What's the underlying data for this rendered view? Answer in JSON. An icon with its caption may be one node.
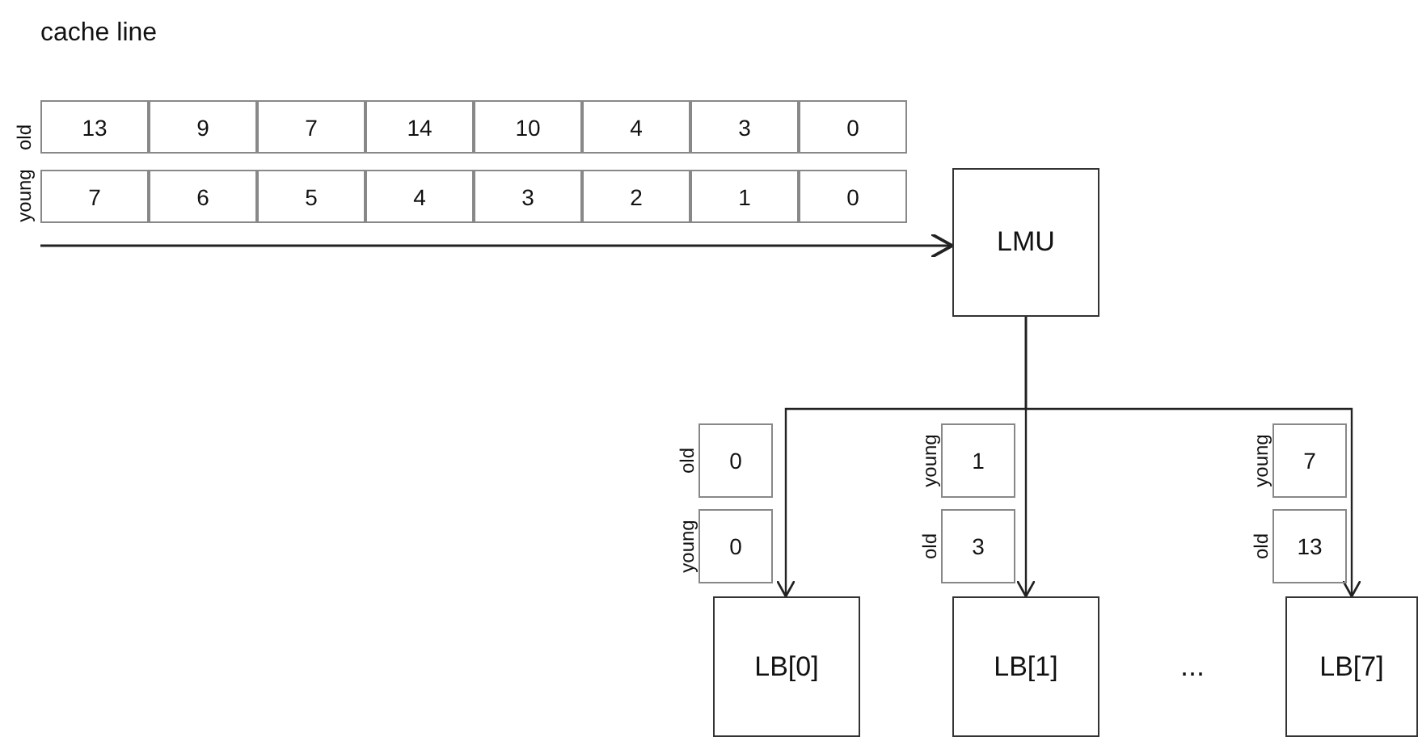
{
  "diagram": {
    "title": "cache line",
    "nodes": [
      {
        "text": [
          "LMU"
        ]
      },
      {
        "text": [
          "LB[0]"
        ]
      },
      {
        "text": [
          "LB[1]"
        ]
      },
      {
        "text": [
          "LB[7]"
        ]
      }
    ],
    "edges": [
      {
        "from": null,
        "to": 0,
        "arrow": "to"
      },
      {
        "from": 0,
        "to": 1,
        "arrow": "to"
      },
      {
        "from": 0,
        "to": 2,
        "arrow": "to"
      },
      {
        "from": 0,
        "to": 3,
        "arrow": "to"
      }
    ],
    "labels": [
      "old",
      "13",
      "9",
      "7",
      "14",
      "10",
      "4",
      "3",
      "0",
      "young",
      "7",
      "6",
      "5",
      "4",
      "3",
      "2",
      "1",
      "0",
      "old",
      "0",
      "young",
      "0",
      "young",
      "1",
      "old",
      "3",
      "young",
      "7",
      "old",
      "13",
      "..."
    ]
  }
}
